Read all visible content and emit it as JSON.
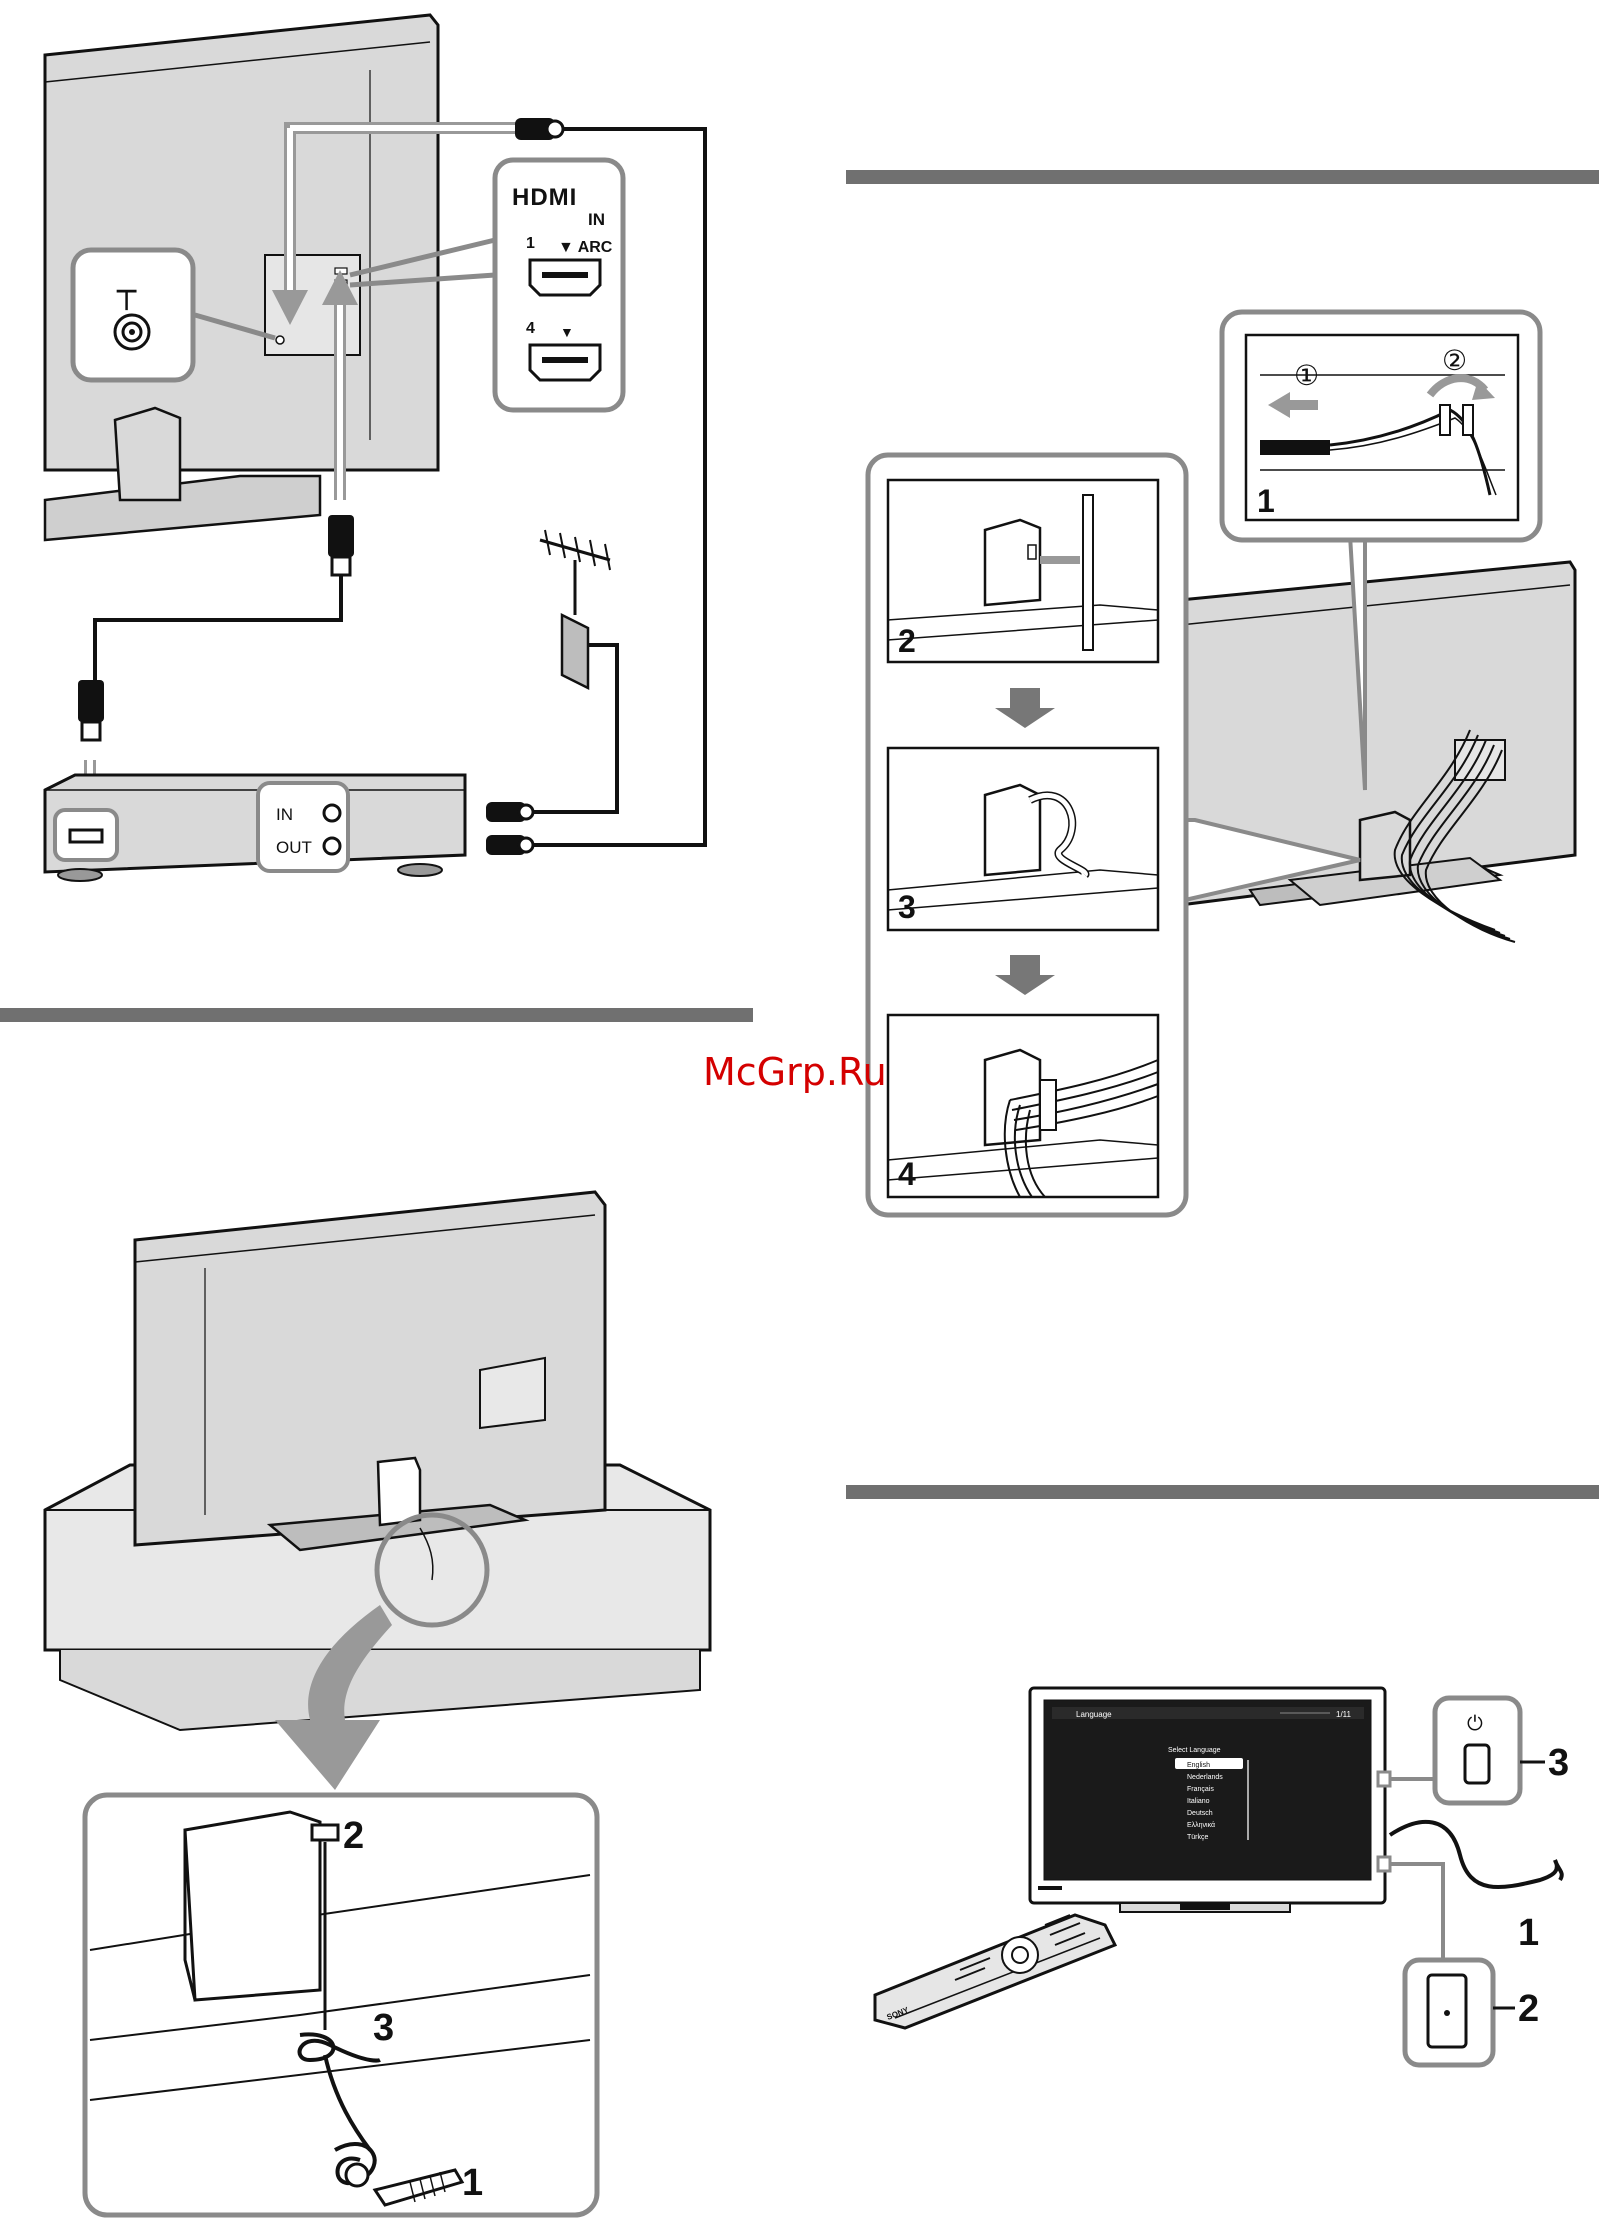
{
  "watermark": "McGrp.Ru",
  "connection_diagram": {
    "hdmi_logo": "HDMI",
    "hdmi_in": "IN",
    "port1_number": "1",
    "port1_arc": "▼ ARC",
    "port4_number": "4",
    "port4_marker": "▼",
    "antenna_symbol": "┬",
    "recorder_in": "IN",
    "recorder_out": "OUT"
  },
  "cable_tie_steps": {
    "step1": "1",
    "circle1": "①",
    "circle2": "②",
    "step2": "2",
    "step3": "3",
    "step4": "4"
  },
  "securing_steps": {
    "step1": "1",
    "step2": "2",
    "step3": "3"
  },
  "power_on": {
    "step1": "1",
    "step2": "2",
    "step3": "3",
    "power_symbol": "⏻",
    "screen_title": "Language",
    "screen_page": "1/11",
    "screen_prompt": "Select Language",
    "languages": [
      "English",
      "Nederlands",
      "Français",
      "Italiano",
      "Deutsch",
      "Ελληνικά",
      "Türkçe"
    ],
    "remote_brand": "SONY"
  },
  "colors": {
    "section_bar": "#707070",
    "panel_outline": "#8a8a8a",
    "tv_body": "#d9d9d9",
    "stroke": "#111111",
    "arrow_gray": "#808080"
  }
}
